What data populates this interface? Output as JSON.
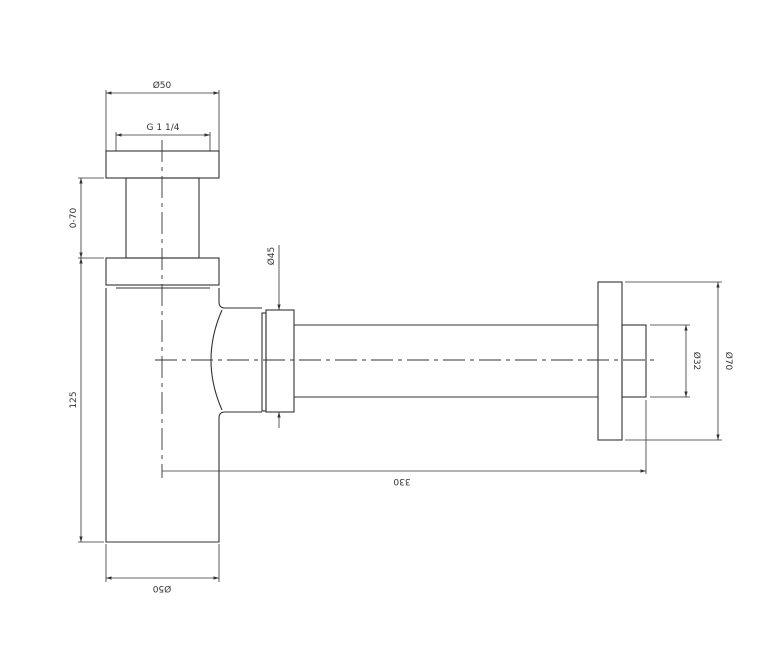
{
  "drawing": {
    "title": "Bottle trap technical drawing",
    "dimensions": {
      "top_diameter": "Ø50",
      "thread": "G 1 1/4",
      "height_adjust": "0-70",
      "body_height": "125",
      "outlet_diameter": "Ø45",
      "pipe_length": "330",
      "pipe_diameter": "Ø32",
      "flange_diameter": "Ø70",
      "bottom_diameter": "Ø50"
    },
    "line_color": "#333333"
  }
}
